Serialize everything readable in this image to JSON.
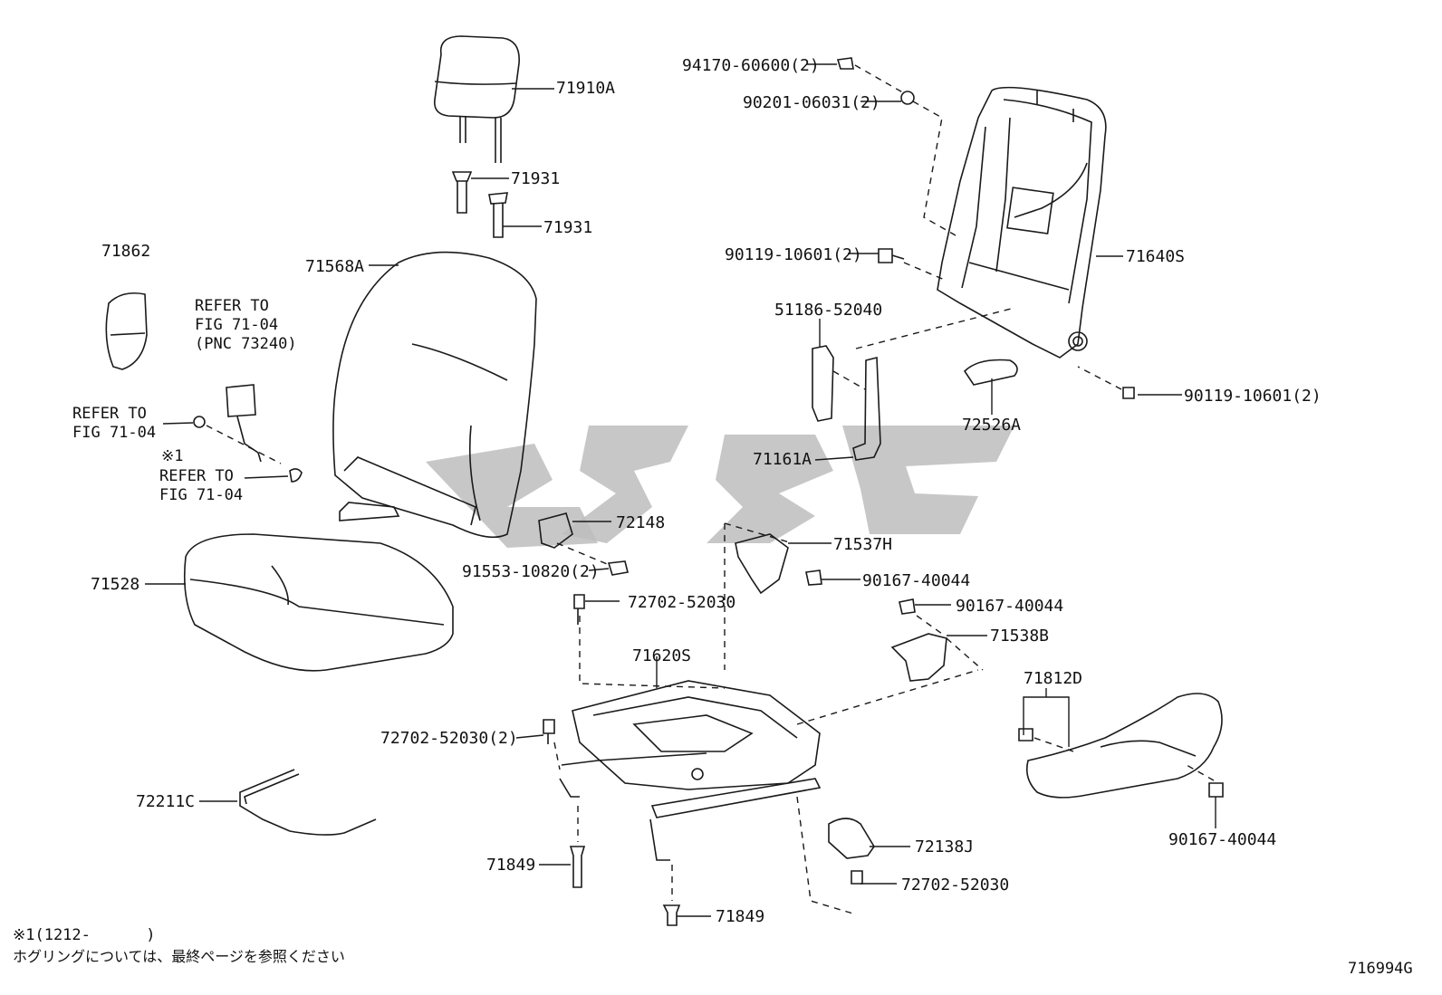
{
  "labels": {
    "p94170": "94170-60600(2)",
    "p90201": "90201-06031(2)",
    "p71910A": "71910A",
    "p71931a": "71931",
    "p71931b": "71931",
    "p71862": "71862",
    "p71568A": "71568A",
    "p90119a": "90119-10601(2)",
    "p71640S": "71640S",
    "p51186": "51186-52040",
    "p90119b": "90119-10601(2)",
    "p72526A": "72526A",
    "p71161A": "71161A",
    "p72148": "72148",
    "p71537H": "71537H",
    "p91553": "91553-10820(2)",
    "p90167a": "90167-40044",
    "p72702a": "72702-52030",
    "p90167b": "90167-40044",
    "p71528": "71528",
    "p71538B": "71538B",
    "p71620S": "71620S",
    "p71812D": "71812D",
    "p72702b": "72702-52030(2)",
    "p72211C": "72211C",
    "p90167c": "90167-40044",
    "p72138J": "72138J",
    "p72702c": "72702-52030",
    "p71849a": "71849",
    "p71849b": "71849"
  },
  "notes": {
    "refer_pnc_l1": "REFER TO",
    "refer_pnc_l2": "FIG 71-04",
    "refer_pnc_l3": "(PNC 73240)",
    "refer_a_l1": "REFER TO",
    "refer_a_l2": "FIG 71-04",
    "mark1": "※1",
    "refer_b_l1": "REFER TO",
    "refer_b_l2": "FIG 71-04"
  },
  "footer": {
    "footnote": "※1(1212-      )",
    "japanese": "ホグリングについては、最終ページを参照ください",
    "figure_id": "716994G"
  }
}
